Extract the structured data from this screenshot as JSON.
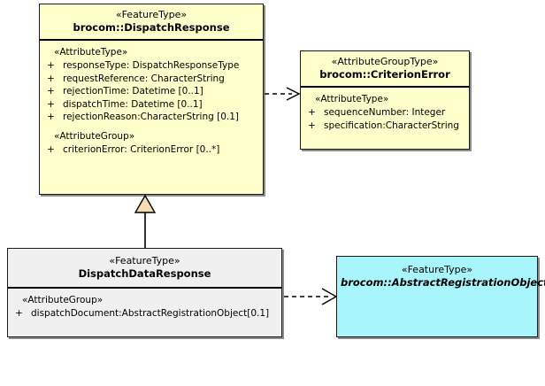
{
  "diagram": {
    "type": "uml-class-diagram",
    "background": "#ffffff",
    "colors": {
      "feature_type_fill": "#ffffcc",
      "abstract_fill": "#a8f5fb",
      "subclass_fill": "#f0f0f0",
      "border": "#1a1a1a",
      "generalization_arrow_fill": "#f5ddb3"
    }
  },
  "classes": {
    "dispatch_response": {
      "stereotype": "«FeatureType»",
      "name": "brocom::DispatchResponse",
      "compartments": [
        {
          "group": "«AttributeType»",
          "attributes": [
            {
              "visibility": "+",
              "text": "responseType: DispatchResponseType"
            },
            {
              "visibility": "+",
              "text": "requestReference: CharacterString"
            },
            {
              "visibility": "+",
              "text": "rejectionTime: Datetime [0..1]"
            },
            {
              "visibility": "+",
              "text": "dispatchTime: Datetime [0..1]"
            },
            {
              "visibility": "+",
              "text": "rejectionReason:CharacterString [0.1]"
            }
          ]
        },
        {
          "group": "«AttributeGroup»",
          "attributes": [
            {
              "visibility": "+",
              "text": "criterionError: CriterionError [0..*]"
            }
          ]
        }
      ]
    },
    "criterion_error": {
      "stereotype": "«AttributeGroupType»",
      "name": "brocom::CriterionError",
      "compartments": [
        {
          "group": "«AttributeType»",
          "attributes": [
            {
              "visibility": "+",
              "text": "sequenceNumber: Integer"
            },
            {
              "visibility": "+",
              "text": "specification:CharacterString"
            }
          ]
        }
      ]
    },
    "dispatch_data_response": {
      "stereotype": "«FeatureType»",
      "name": "DispatchDataResponse",
      "compartments": [
        {
          "group": "«AttributeGroup»",
          "attributes": [
            {
              "visibility": "+",
              "text": "dispatchDocument:AbstractRegistrationObject[0.1]"
            }
          ]
        }
      ]
    },
    "abstract_registration_object": {
      "stereotype": "«FeatureType»",
      "name": "brocom::AbstractRegistrationObject",
      "abstract": true
    }
  },
  "connectors": [
    {
      "name": "dependency-dispatchresponse-to-criterionerror",
      "kind": "dependency",
      "style": "dashed-open-arrow"
    },
    {
      "name": "generalization-dispatchdataresponse-to-dispatchresponse",
      "kind": "generalization",
      "style": "solid-hollow-triangle"
    },
    {
      "name": "dependency-dispatchdataresponse-to-abstractregistrationobject",
      "kind": "dependency",
      "style": "dashed-open-arrow"
    }
  ]
}
